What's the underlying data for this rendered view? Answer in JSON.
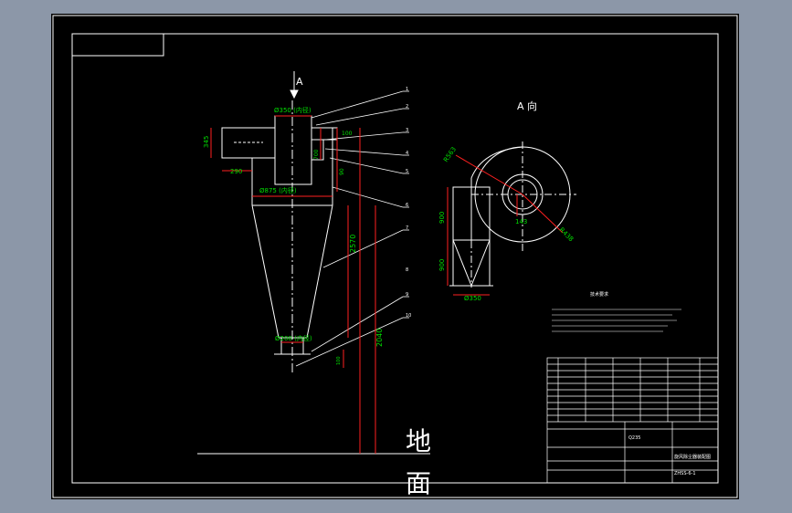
{
  "view_label": "A",
  "view_a_label": "A 向",
  "ground_label_1": "地",
  "ground_label_2": "面",
  "dimensions": {
    "d350_top": "Ø350 (内径)",
    "d875": "Ø875 (内径)",
    "d200": "Ø200 (内径)",
    "h345": "345",
    "w290": "290",
    "d100": "100",
    "d700": "700",
    "d90": "90",
    "h2570": "2570",
    "h2040": "2040",
    "d100_bottom": "100",
    "h900_1": "900",
    "h900_2": "900",
    "d350_side": "Ø350",
    "r563": "R563",
    "r438": "R438",
    "d143": "143"
  },
  "callouts": [
    "1",
    "2",
    "3",
    "4",
    "5",
    "6",
    "7",
    "8",
    "9",
    "10"
  ],
  "notes_title": "技术要求",
  "title_block": {
    "part_code": "ZHSS-6-1",
    "drawing_title": "旋风除尘器装配图",
    "material": "Q235"
  }
}
